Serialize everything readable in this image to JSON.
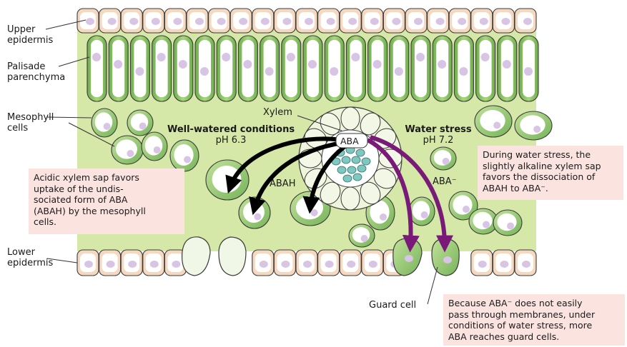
{
  "labels": {
    "upper_epidermis": [
      "Upper",
      "epidermis"
    ],
    "palisade": [
      "Palisade",
      "parenchyma"
    ],
    "mesophyll": [
      "Mesophyll",
      "cells"
    ],
    "lower_epidermis": [
      "Lower",
      "epidermis"
    ],
    "xylem": "Xylem",
    "guard_cell": "Guard cell",
    "aba": "ABA",
    "abah": "ABAH",
    "aba_minus": "ABA⁻"
  },
  "conditions": {
    "well_watered_title": "Well-watered conditions",
    "well_watered_ph": "pH 6.3",
    "water_stress_title": "Water stress",
    "water_stress_ph": "pH 7.2"
  },
  "notes": {
    "acidic": [
      "Acidic xylem sap favors",
      "uptake of the undis-",
      "sociated form of ABA",
      "(ABAH) by the mesophyll",
      "cells."
    ],
    "alkaline": [
      "During water stress, the",
      "slightly alkaline xylem sap",
      "favors the dissociation of",
      "ABAH to ABA⁻."
    ],
    "guard": [
      "Because ABA⁻ does not easily",
      "pass through membranes, under",
      "conditions of water stress, more",
      "ABA reaches guard cells."
    ]
  },
  "colors": {
    "leaf_green": "#d5e8a8",
    "cell_green": "#8dc466",
    "nucleus": "#d8c4e4",
    "epidermis_peach": "#f5d8c0",
    "vacuole": "#ffffff",
    "well_watered_arrow": "#000000",
    "water_stress_arrow": "#7a1a78",
    "note_bg": "#fbe4e0",
    "xylem_fill": "#7ec8c0"
  }
}
